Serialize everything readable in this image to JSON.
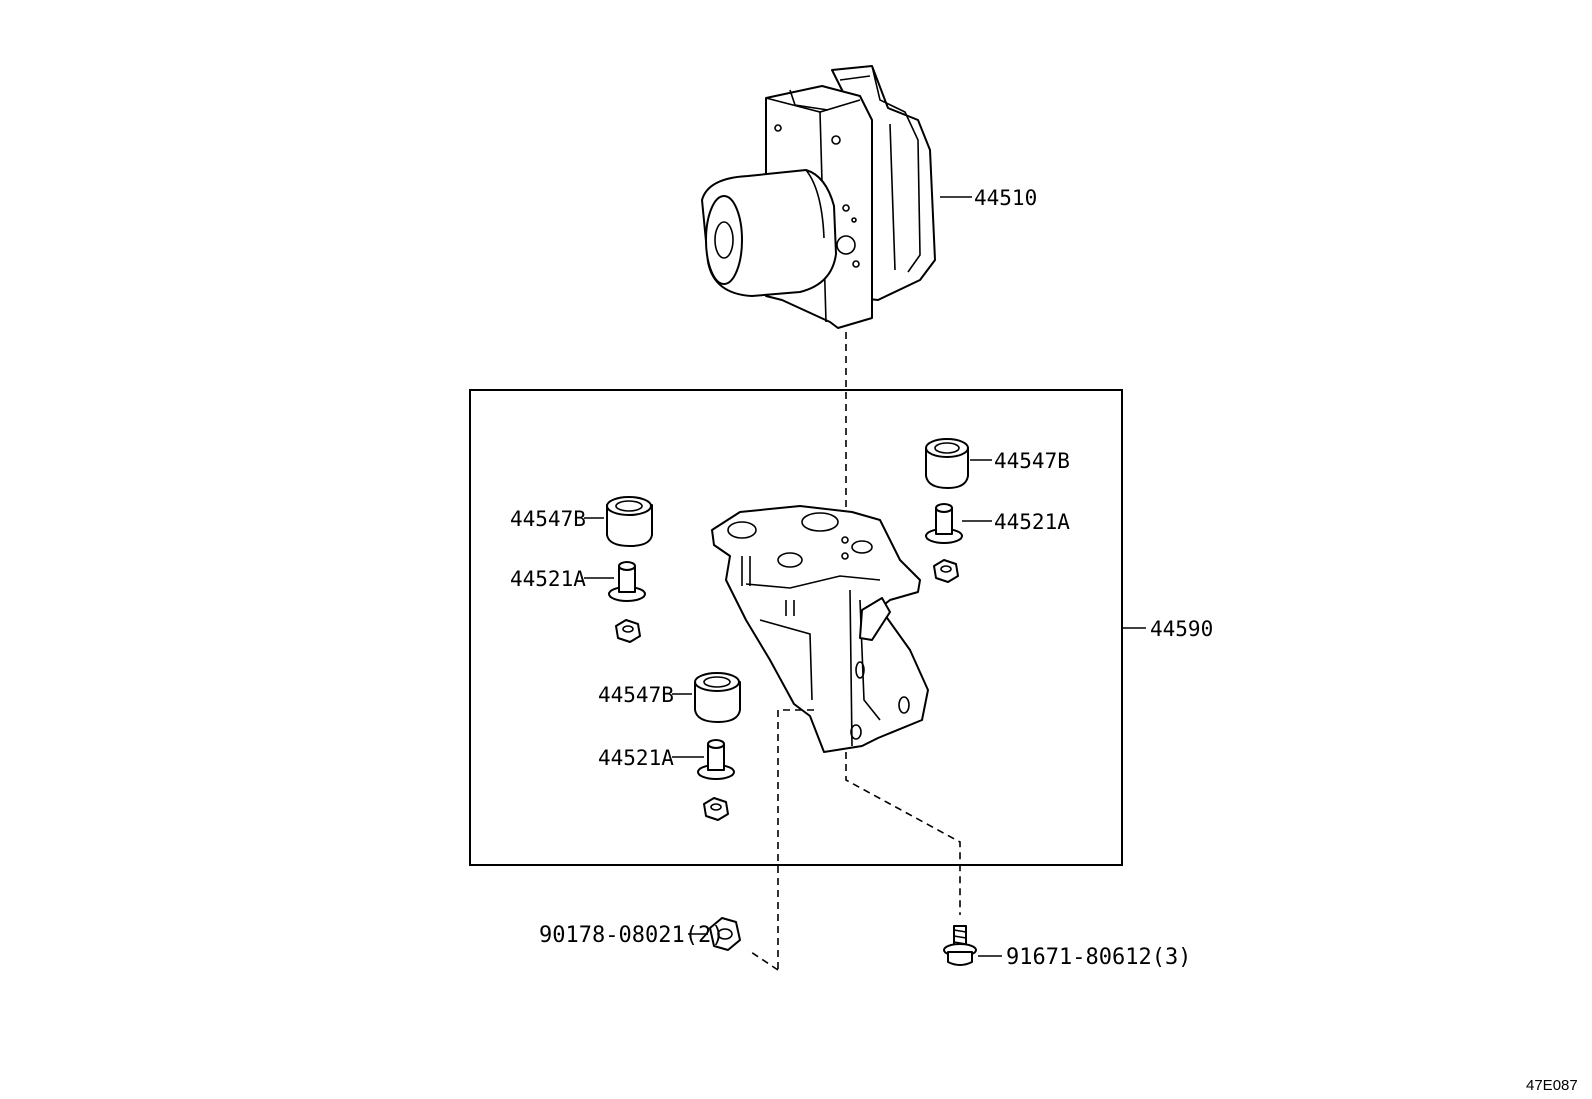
{
  "diagram_code": "47E087",
  "labels": {
    "actuator": "44510",
    "bracket_assy": "44590",
    "cushion_right": "44547B",
    "collar_right": "44521A",
    "cushion_left": "44547B",
    "collar_left": "44521A",
    "cushion_bottom": "44547B",
    "collar_bottom": "44521A",
    "nut": "90178-08021(2)",
    "bolt": "91671-80612(3)"
  }
}
